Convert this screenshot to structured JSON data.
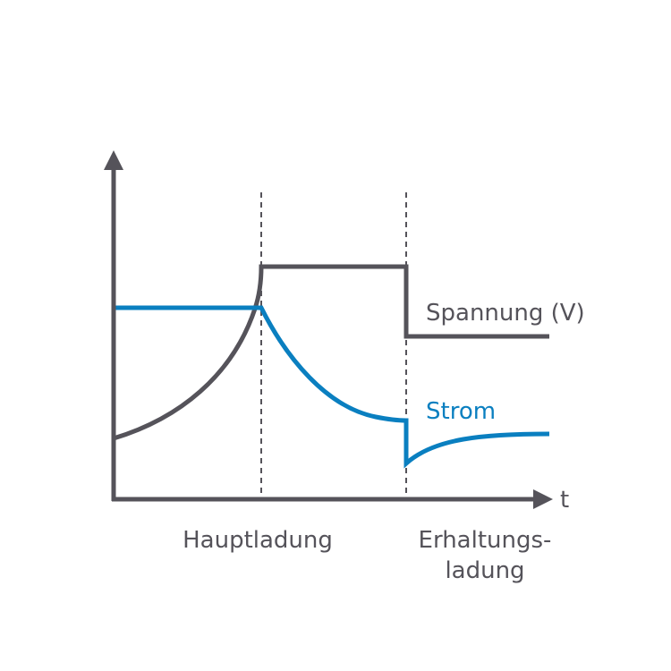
{
  "labels": {
    "x_axis": "t",
    "voltage": "Spannung (V)",
    "current": "Strom",
    "phase_main": "Hauptladung",
    "phase_float_line1": "Erhaltungs-",
    "phase_float_line2": "ladung"
  },
  "colors": {
    "axis": "#55535a",
    "voltage": "#55535a",
    "current": "#0a7fc0",
    "divider": "#55535a",
    "text_dark": "#55535a",
    "text_blue": "#0a7fc0"
  }
}
